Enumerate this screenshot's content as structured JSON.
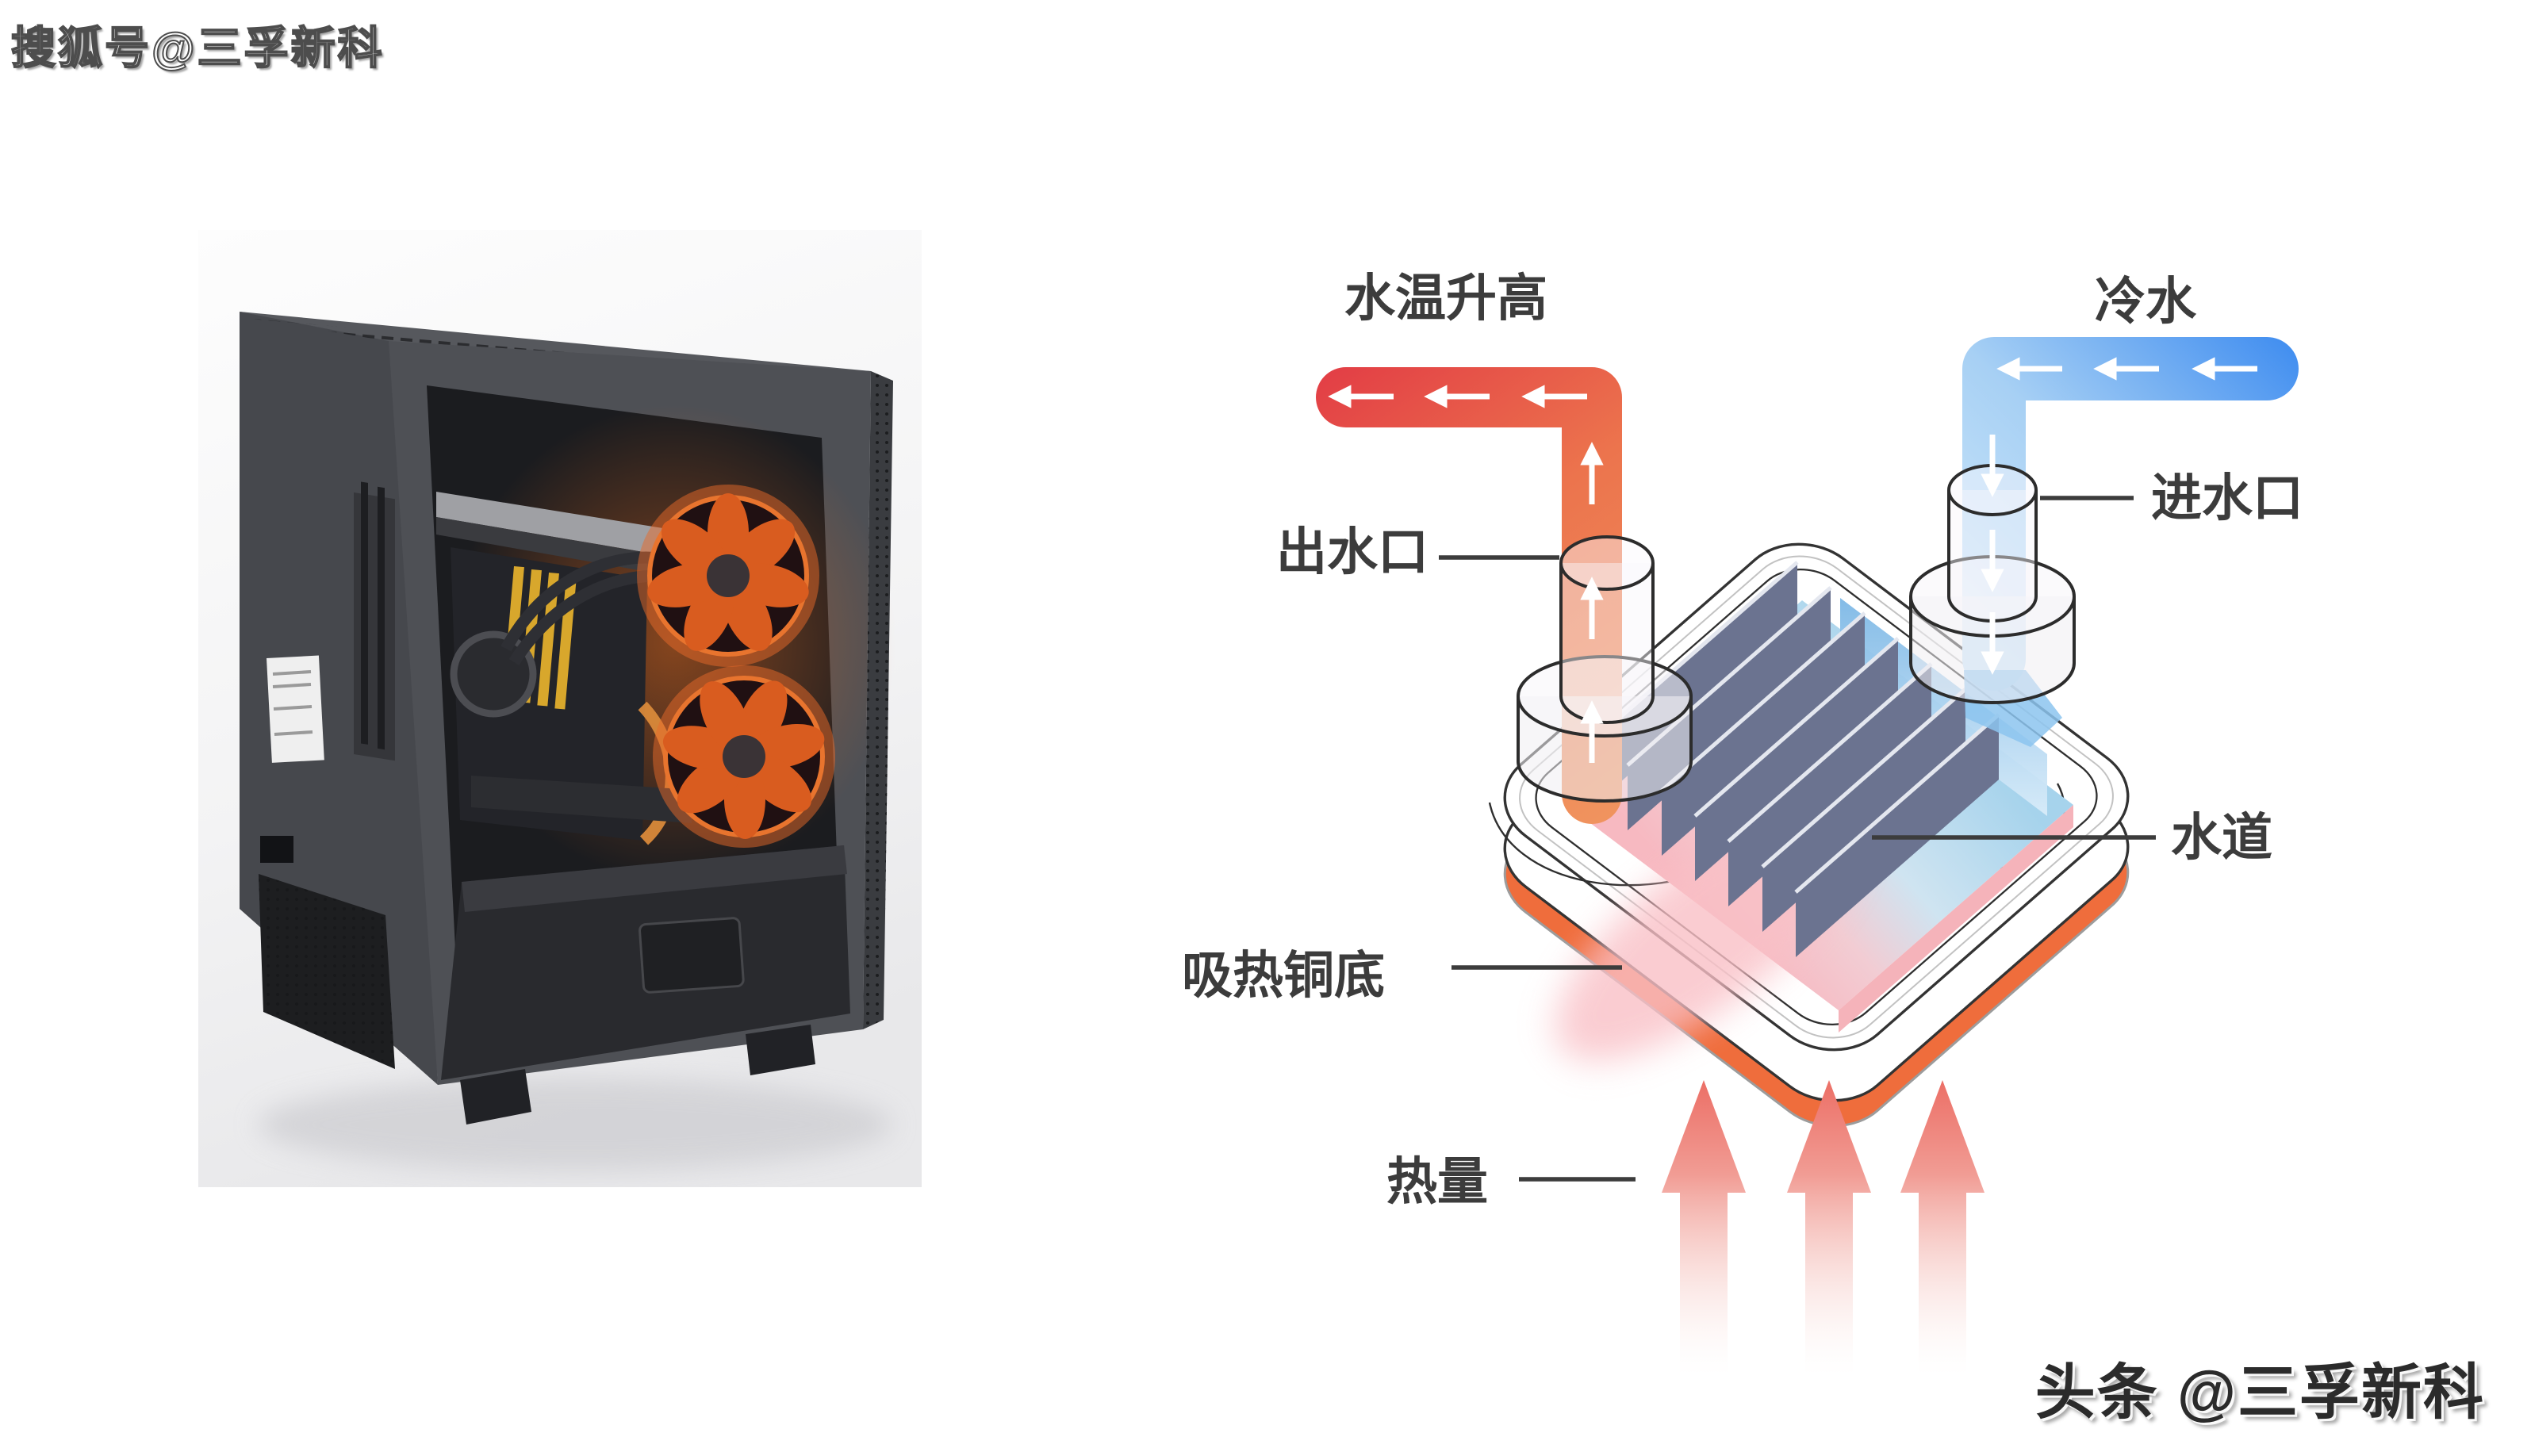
{
  "watermarks": {
    "top_left": "搜狐号@三孚新科",
    "bottom_right": "头条 @三孚新科"
  },
  "diagram": {
    "labels": {
      "hot_out": "水温升高",
      "cold_in": "冷水",
      "outlet": "出水口",
      "inlet": "进水口",
      "channel": "水道",
      "copper_base": "吸热铜底",
      "heat": "热量"
    },
    "colors": {
      "hot_red": "#e23c45",
      "hot_orange": "#ef8452",
      "cold_blue": "#3e8cf0",
      "cold_light": "#cde7fa",
      "fin": "#6b7390",
      "floor_blue": "#a6d3ec",
      "floor_pink": "#f7b9c1",
      "base_orange": "#ee6a3a",
      "base_red": "#e62626",
      "label_text": "#3c3c3c",
      "flow_arrow": "#ffffff",
      "channel_arrow": "#e01010",
      "heat_arrow": "#ec6f66"
    }
  },
  "photo": {
    "colors": {
      "background": "#f1f1f2",
      "case_body": "#4a4c51",
      "fan_glow": "#e8682a",
      "ram_yellow": "#d8a72c"
    }
  }
}
